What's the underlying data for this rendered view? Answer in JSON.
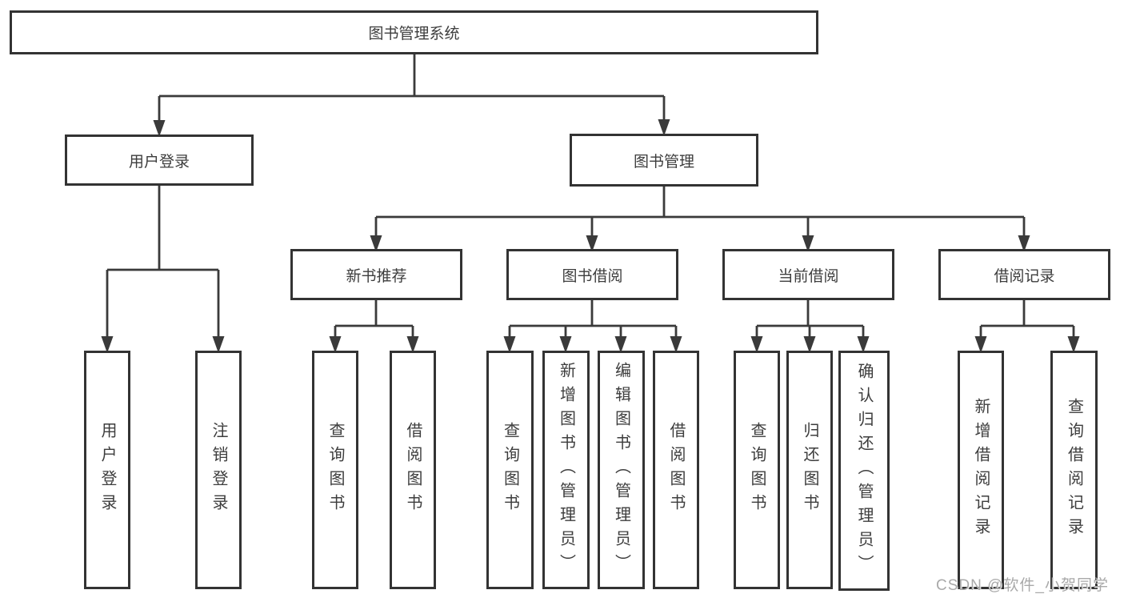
{
  "colors": {
    "line": "#3a3a3a",
    "box_border": "#333333",
    "text": "#3d3d3d",
    "background": "#ffffff",
    "watermark": "#a9a9a9"
  },
  "watermark": "CSDN @软件_小贺同学",
  "tree": {
    "root": "图书管理系统",
    "children": [
      {
        "label": "用户登录",
        "children": [
          {
            "label": "用户登录"
          },
          {
            "label": "注销登录"
          }
        ]
      },
      {
        "label": "图书管理",
        "children": [
          {
            "label": "新书推荐",
            "children": [
              {
                "label": "查询图书"
              },
              {
                "label": "借阅图书"
              }
            ]
          },
          {
            "label": "图书借阅",
            "children": [
              {
                "label": "查询图书"
              },
              {
                "label": "新增图书（管理员）"
              },
              {
                "label": "编辑图书（管理员）"
              },
              {
                "label": "借阅图书"
              }
            ]
          },
          {
            "label": "当前借阅",
            "children": [
              {
                "label": "查询图书"
              },
              {
                "label": "归还图书"
              },
              {
                "label": "确认归还（管理员）"
              }
            ]
          },
          {
            "label": "借阅记录",
            "children": [
              {
                "label": "新增借阅记录"
              },
              {
                "label": "查询借阅记录"
              }
            ]
          }
        ]
      }
    ]
  }
}
